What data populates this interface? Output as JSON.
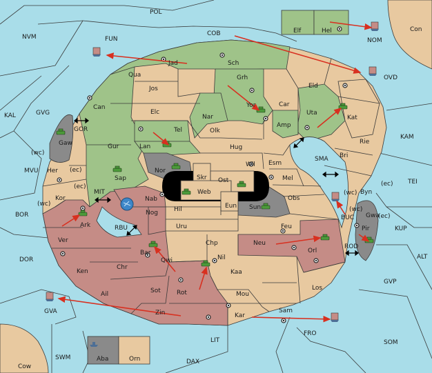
{
  "colors": {
    "water": "#a9dde9",
    "neutral_land": "#e8c9a0",
    "green_power": "#9fc389",
    "red_power": "#c58c86",
    "gray_power": "#8a8a8a",
    "impassable": "#000000",
    "order_arrow": "#d83020"
  },
  "labels": {
    "sea": [
      "POL",
      "NVM",
      "FUN",
      "COB",
      "NOM",
      "Con",
      "OVD",
      "KAL",
      "GVG",
      "KAM",
      "GOR",
      "SMA",
      "TEI",
      "MVU",
      "MIT",
      "BOR",
      "RBU",
      "BUC",
      "KUP",
      "DOR",
      "ROD",
      "ALT",
      "GVP",
      "GVA",
      "FRO",
      "SOM",
      "SWM",
      "LIT",
      "DAX",
      "Cow"
    ],
    "land": [
      "Elf",
      "Hel",
      "Jad",
      "Sch",
      "Qua",
      "Jos",
      "Grh",
      "Eld",
      "Can",
      "Elc",
      "Yor",
      "Car",
      "Nar",
      "Uta",
      "Amp",
      "Kat",
      "Tel",
      "Olk",
      "Gur",
      "Lan",
      "Hug",
      "Bri",
      "Rie",
      "Gaw",
      "Wil",
      "Esm",
      "Nor",
      "Skr",
      "Ost",
      "Mel",
      "Sap",
      "Web",
      "Byn",
      "Her",
      "Kor",
      "Nab",
      "Sun",
      "Obs",
      "Hil",
      "Eun",
      "Gwa",
      "Pir",
      "Ark",
      "Nog",
      "Uru",
      "Feu",
      "Ver",
      "Chp",
      "Neu",
      "Orl",
      "Bar",
      "Qwi",
      "Nil",
      "Ken",
      "Chr",
      "Kaa",
      "Sot",
      "Rot",
      "Ail",
      "Mou",
      "Los",
      "Zin",
      "Kar",
      "Sam",
      "Aba",
      "Orn"
    ],
    "coast": [
      "(wc)",
      "(ec)",
      "(ec)",
      "(wc)",
      "(wc)",
      "(ec)",
      "(wc)",
      "(ec)"
    ]
  }
}
